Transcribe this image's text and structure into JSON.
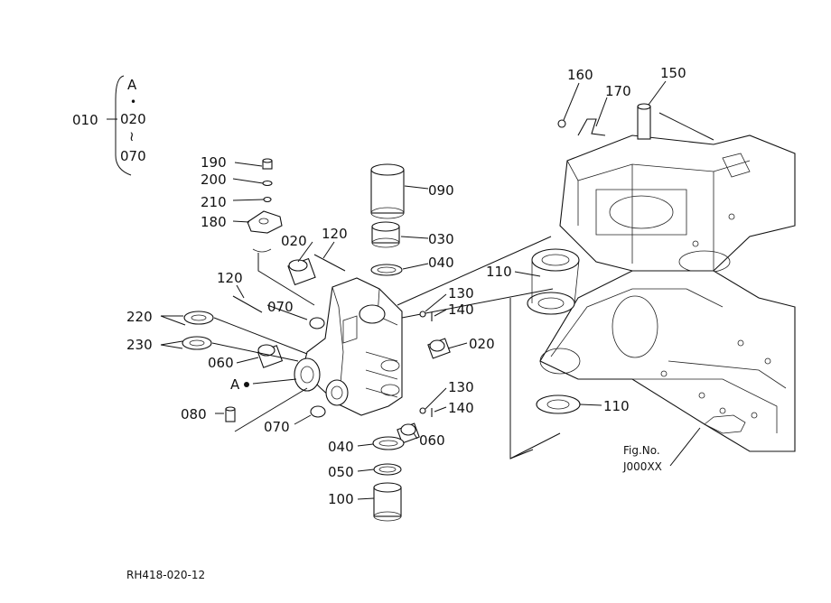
{
  "diagram": {
    "assembly": {
      "number": "010",
      "range_top": "A",
      "dot": "•",
      "range_mid": "020",
      "tilde": "≀",
      "range_bottom": "070"
    },
    "labels": {
      "p160": "160",
      "p170": "170",
      "p150": "150",
      "p190": "190",
      "p200": "200",
      "p210": "210",
      "p180": "180",
      "p090": "090",
      "p020_top": "020",
      "p120_top": "120",
      "p030": "030",
      "p040_top": "040",
      "p110_top": "110",
      "p130_top": "130",
      "p140_top": "140",
      "p120_left": "120",
      "p070_top": "070",
      "p220": "220",
      "p230": "230",
      "p020_mid": "020",
      "p060_left": "060",
      "p_a": "A",
      "p130_bottom": "130",
      "p140_bottom": "140",
      "p080": "080",
      "p070_bottom": "070",
      "p060_right": "060",
      "p040_bottom": "040",
      "p050": "050",
      "p100": "100",
      "p110_bottom": "110"
    },
    "fig_label": "Fig.No.",
    "fig_number": "J000XX",
    "drawing_code": "RH418-020-12"
  }
}
